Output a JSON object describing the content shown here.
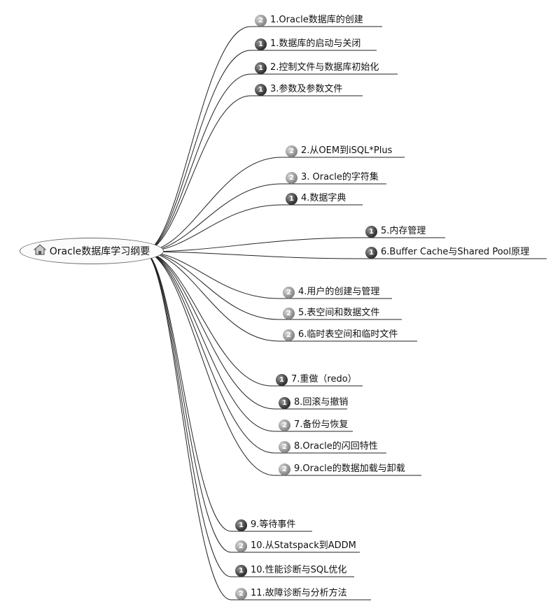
{
  "root": {
    "label": "Oracle数据库学习纲要",
    "icon": "home-icon"
  },
  "groups": [
    {
      "items": [
        {
          "badge": "2",
          "label": "1.Oracle数据库的创建"
        },
        {
          "badge": "1",
          "label": "1.数据库的启动与关闭"
        },
        {
          "badge": "1",
          "label": "2.控制文件与数据库初始化"
        },
        {
          "badge": "1",
          "label": "3.参数及参数文件"
        }
      ]
    },
    {
      "items": [
        {
          "badge": "2",
          "label": "2.从OEM到iSQL*Plus"
        },
        {
          "badge": "2",
          "label": "3. Oracle的字符集"
        },
        {
          "badge": "1",
          "label": "4.数据字典"
        }
      ]
    },
    {
      "items": [
        {
          "badge": "1",
          "label": "5.内存管理"
        },
        {
          "badge": "1",
          "label": "6.Buffer Cache与Shared Pool原理"
        }
      ]
    },
    {
      "items": [
        {
          "badge": "2",
          "label": "4.用户的创建与管理"
        },
        {
          "badge": "2",
          "label": "5.表空间和数据文件"
        },
        {
          "badge": "2",
          "label": "6.临时表空间和临时文件"
        }
      ]
    },
    {
      "items": [
        {
          "badge": "1",
          "label": "7.重做（redo）"
        },
        {
          "badge": "1",
          "label": "8.回滚与撤销"
        },
        {
          "badge": "2",
          "label": "7.备份与恢复"
        },
        {
          "badge": "2",
          "label": "8.Oracle的闪回特性"
        },
        {
          "badge": "2",
          "label": "9.Oracle的数据加载与卸载"
        }
      ]
    },
    {
      "items": [
        {
          "badge": "1",
          "label": "9.等待事件"
        },
        {
          "badge": "2",
          "label": "10.从Statspack到ADDM"
        },
        {
          "badge": "1",
          "label": "10.性能诊断与SQL优化"
        },
        {
          "badge": "2",
          "label": "11.故障诊断与分析方法"
        }
      ]
    }
  ]
}
